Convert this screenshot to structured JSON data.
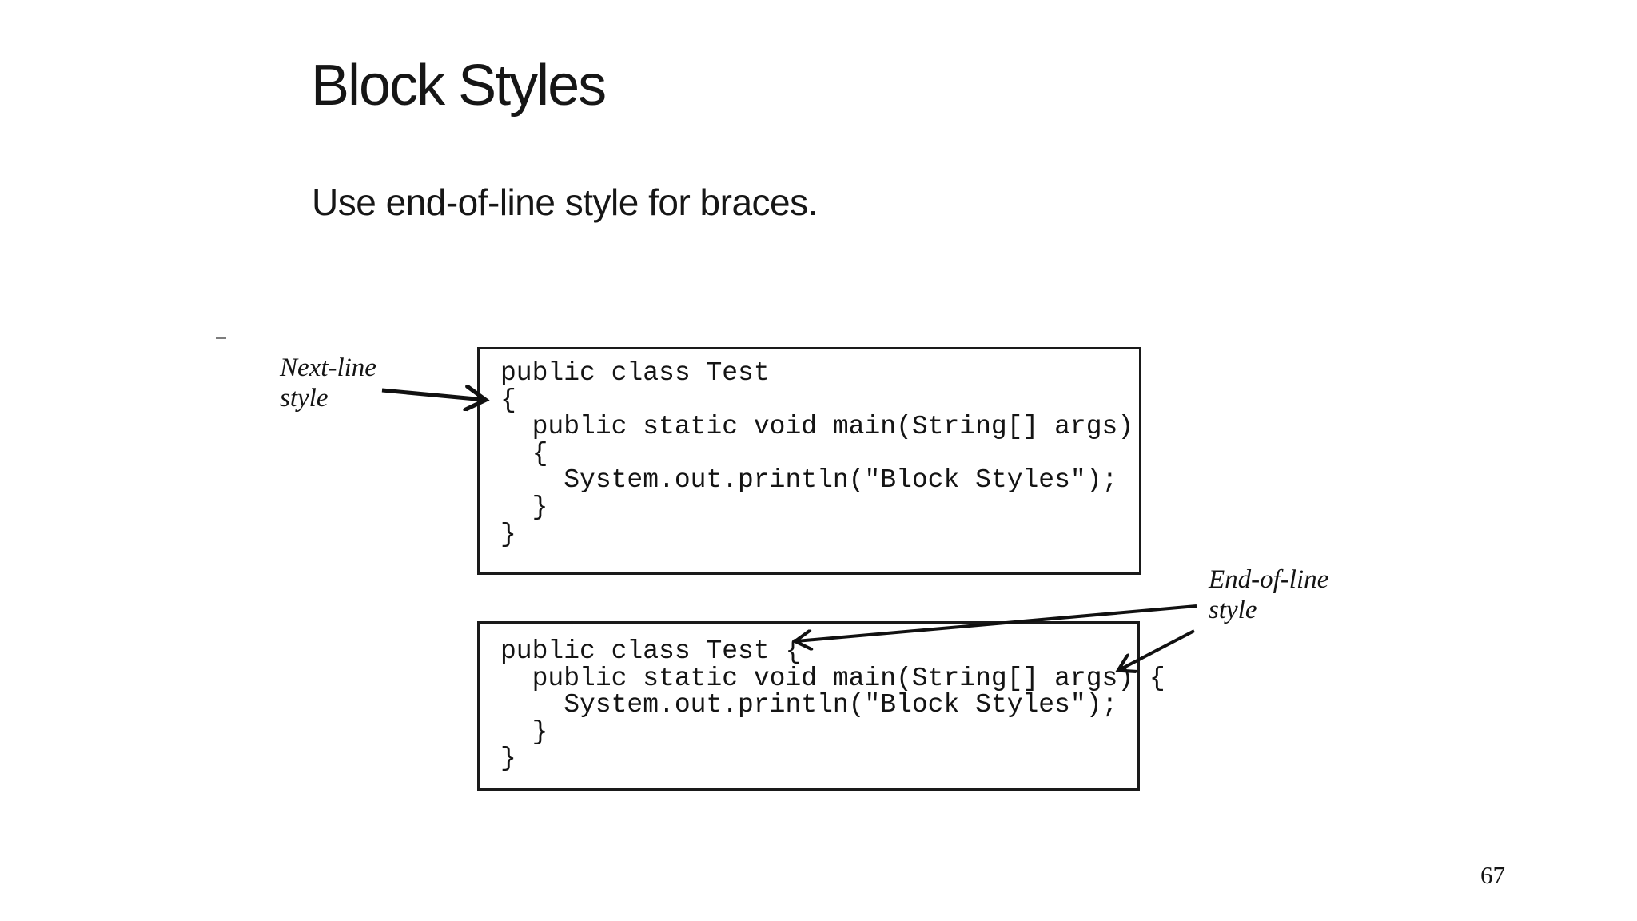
{
  "slide": {
    "title": "Block Styles",
    "subtitle": "Use end-of-line style for braces.",
    "page_number": "67"
  },
  "next_line_callout": {
    "label": "Next-line style",
    "lines": [
      "Next-line",
      "style"
    ]
  },
  "end_of_line_callout": {
    "label": "End-of-line style",
    "lines": [
      "End-of-line",
      "style"
    ]
  },
  "code_box_next_line": {
    "style_name": "Next-line style",
    "lines": [
      "public class Test",
      "{",
      "  public static void main(String[] args)",
      "  {",
      "    System.out.println(\"Block Styles\");",
      "  }",
      "}"
    ]
  },
  "code_box_end_of_line": {
    "style_name": "End-of-line style",
    "lines": [
      "public class Test {",
      "  public static void main(String[] args) {",
      "    System.out.println(\"Block Styles\");",
      "  }",
      "}"
    ]
  },
  "colors": {
    "background": "#ffffff",
    "text": "#141414",
    "code_box_border": "#1a1a1a",
    "arrow": "#111111",
    "bullet_dash": "#7d7d7d"
  }
}
